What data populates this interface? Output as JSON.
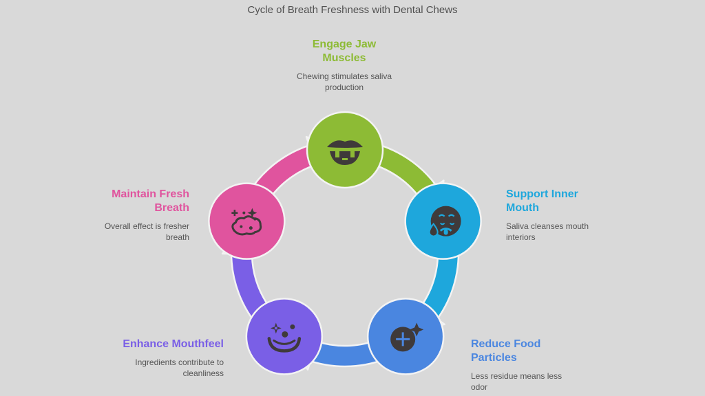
{
  "title": "Cycle of Breath Freshness with Dental Chews",
  "steps": [
    {
      "heading": "Engage Jaw Muscles",
      "description": "Chewing stimulates saliva production",
      "color": "#8dbb35",
      "icon": "mouth-teeth-icon"
    },
    {
      "heading": "Support Inner Mouth",
      "description": "Saliva cleanses mouth interiors",
      "color": "#1ea7dc",
      "icon": "drooling-face-icon"
    },
    {
      "heading": "Reduce Food Particles",
      "description": "Less residue means less odor",
      "color": "#4a86e0",
      "icon": "sparkle-plus-icon"
    },
    {
      "heading": "Enhance Mouthfeel",
      "description": "Ingredients contribute to cleanliness",
      "color": "#7a5fe6",
      "icon": "clown-face-icon"
    },
    {
      "heading": "Maintain Fresh Breath",
      "description": "Overall effect is fresher breath",
      "color": "#e0549e",
      "icon": "fresh-cloud-icon"
    }
  ],
  "heading_lines": [
    [
      "Engage Jaw",
      "Muscles"
    ],
    [
      "Support Inner",
      "Mouth"
    ],
    [
      "Reduce Food",
      "Particles"
    ],
    [
      "Enhance Mouthfeel"
    ],
    [
      "Maintain Fresh",
      "Breath"
    ]
  ],
  "description_lines": [
    [
      "Chewing stimulates saliva",
      "production"
    ],
    [
      "Saliva cleanses mouth",
      "interiors"
    ],
    [
      "Less residue means less",
      "odor"
    ],
    [
      "Ingredients contribute to",
      "cleanliness"
    ],
    [
      "Overall effect is fresher",
      "breath"
    ]
  ],
  "icon_color": "#3f3a3a"
}
